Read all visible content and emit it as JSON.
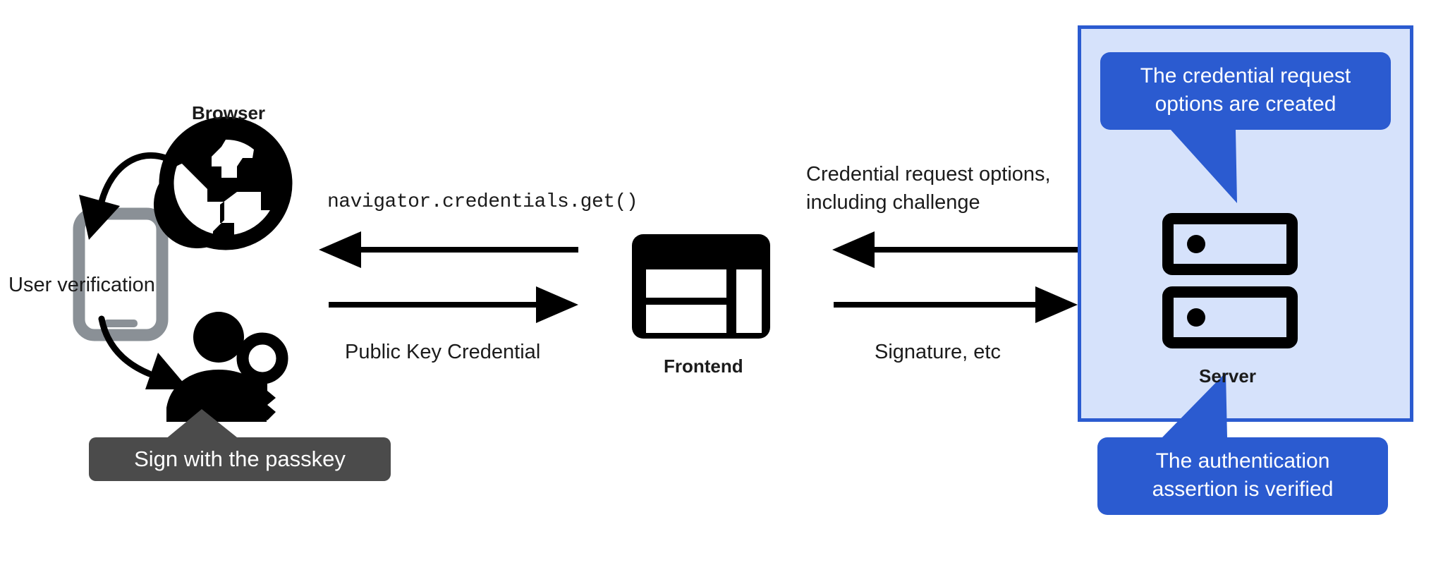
{
  "diagram": {
    "title": "WebAuthn passkey authentication flow",
    "colors": {
      "panel_fill": "#d6e2fb",
      "panel_border": "#2b5bd0",
      "callout_blue": "#2b5bd0",
      "tooltip_gray": "#4b4b4b",
      "icon_black": "#000000",
      "phone_gray": "#8a9096",
      "text_black": "#1b1b1b",
      "callout_text": "#ffffff"
    }
  },
  "nodes": {
    "browser": {
      "label": "Browser",
      "icon": "globe-icon"
    },
    "frontend": {
      "label": "Frontend",
      "icon": "webpage-layout-icon"
    },
    "server": {
      "label": "Server",
      "icon": "server-racks-icon"
    },
    "phone": {
      "icon": "mobile-phone-icon"
    },
    "user": {
      "icon": "person-with-key-icon"
    }
  },
  "annotations": {
    "user_verification": "User verification",
    "sign_with_passkey": "Sign with the passkey"
  },
  "edges": {
    "browser_to_frontend_top": "navigator.credentials.get()",
    "browser_to_frontend_bottom": "Public Key Credential",
    "frontend_to_server_top_line1": "Credential request options,",
    "frontend_to_server_top_line2": "including challenge",
    "frontend_to_server_bottom": "Signature, etc"
  },
  "callouts": {
    "top": {
      "line1": "The credential request",
      "line2": "options are created"
    },
    "bottom": {
      "line1": "The authentication",
      "line2": "assertion is verified"
    }
  }
}
